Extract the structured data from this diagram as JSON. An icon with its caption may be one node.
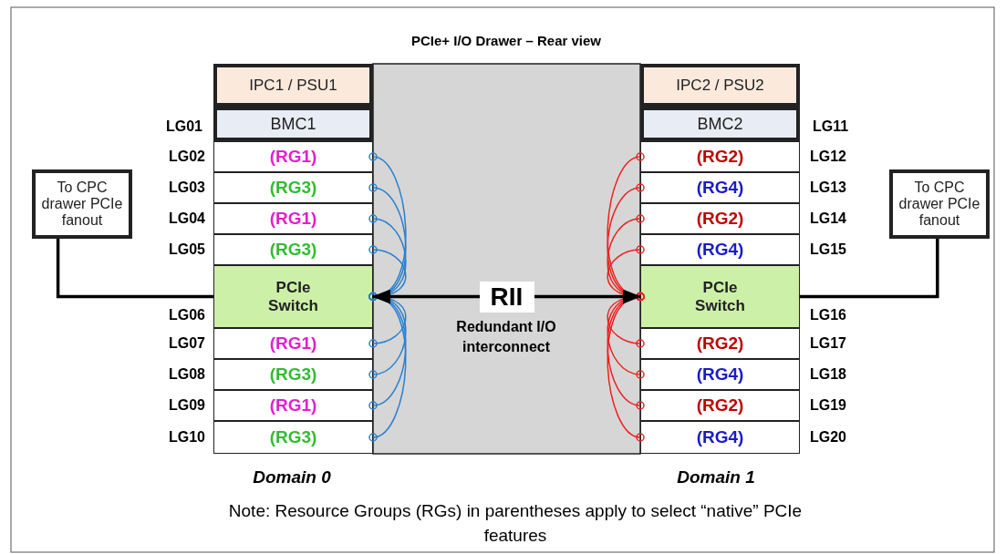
{
  "diagram": {
    "title": "PCIe+ I/O Drawer – Rear view",
    "caption": "Note: Resource Groups (RGs) in parentheses apply to select “native” PCIe features",
    "nodes": [
      {
        "text": [
          "IPC1 / PSU1"
        ]
      },
      {
        "text": [
          "BMC1"
        ],
        "beside": [
          "LG01"
        ]
      },
      {
        "text": [
          "(RG1)"
        ],
        "beside": [
          "LG02"
        ]
      },
      {
        "text": [
          "(RG3)"
        ],
        "beside": [
          "LG03"
        ]
      },
      {
        "text": [
          "(RG1)"
        ],
        "beside": [
          "LG04"
        ]
      },
      {
        "text": [
          "(RG3)"
        ],
        "beside": [
          "LG05"
        ]
      },
      {
        "text": [
          "PCIe Switch"
        ],
        "beside": [
          "LG06"
        ]
      },
      {
        "text": [
          "(RG1)"
        ],
        "beside": [
          "LG07"
        ]
      },
      {
        "text": [
          "(RG3)"
        ],
        "beside": [
          "LG08"
        ]
      },
      {
        "text": [
          "(RG1)"
        ],
        "beside": [
          "LG09"
        ]
      },
      {
        "text": [
          "(RG3)"
        ],
        "beside": [
          "LG10"
        ]
      },
      {
        "text": [
          "IPC2 / PSU2"
        ]
      },
      {
        "text": [
          "BMC2"
        ],
        "beside": [
          "LG11"
        ]
      },
      {
        "text": [
          "(RG2)"
        ],
        "beside": [
          "LG12"
        ]
      },
      {
        "text": [
          "(RG4)"
        ],
        "beside": [
          "LG13"
        ]
      },
      {
        "text": [
          "(RG2)"
        ],
        "beside": [
          "LG14"
        ]
      },
      {
        "text": [
          "(RG4)"
        ],
        "beside": [
          "LG15"
        ]
      },
      {
        "text": [
          "PCIe Switch"
        ],
        "beside": [
          "LG16"
        ]
      },
      {
        "text": [
          "(RG2)"
        ],
        "beside": [
          "LG17"
        ]
      },
      {
        "text": [
          "(RG4)"
        ],
        "beside": [
          "LG18"
        ]
      },
      {
        "text": [
          "(RG2)"
        ],
        "beside": [
          "LG19"
        ]
      },
      {
        "text": [
          "(RG4)"
        ],
        "beside": [
          "LG20"
        ]
      },
      {
        "text": [
          "To CPC drawer PCIe fanout"
        ]
      },
      {
        "text": [
          "To CPC drawer PCIe fanout"
        ]
      }
    ],
    "edges": [
      {
        "from": 6,
        "to": 2,
        "arrow": "other",
        "color": "#2a7fcf"
      },
      {
        "from": 6,
        "to": 3,
        "arrow": "other",
        "color": "#2a7fcf"
      },
      {
        "from": 6,
        "to": 4,
        "arrow": "other",
        "color": "#2a7fcf"
      },
      {
        "from": 6,
        "to": 5,
        "arrow": "other",
        "color": "#2a7fcf"
      },
      {
        "from": 6,
        "to": 7,
        "arrow": "other",
        "color": "#2a7fcf"
      },
      {
        "from": 6,
        "to": 8,
        "arrow": "other",
        "color": "#2a7fcf"
      },
      {
        "from": 6,
        "to": 9,
        "arrow": "other",
        "color": "#2a7fcf"
      },
      {
        "from": 6,
        "to": 10,
        "arrow": "other",
        "color": "#2a7fcf"
      },
      {
        "from": 17,
        "to": 13,
        "arrow": "other",
        "color": "#ee2222"
      },
      {
        "from": 17,
        "to": 14,
        "arrow": "other",
        "color": "#ee2222"
      },
      {
        "from": 17,
        "to": 15,
        "arrow": "other",
        "color": "#ee2222"
      },
      {
        "from": 17,
        "to": 16,
        "arrow": "other",
        "color": "#ee2222"
      },
      {
        "from": 17,
        "to": 18,
        "arrow": "other",
        "color": "#ee2222"
      },
      {
        "from": 17,
        "to": 19,
        "arrow": "other",
        "color": "#ee2222"
      },
      {
        "from": 17,
        "to": 20,
        "arrow": "other",
        "color": "#ee2222"
      },
      {
        "from": 17,
        "to": 21,
        "arrow": "other",
        "color": "#ee2222"
      },
      {
        "from": 6,
        "to": 17,
        "arrow": "both",
        "label": "RII",
        "style": "thick",
        "color": "#000000"
      },
      {
        "from": 22,
        "to": 6,
        "arrow": "none",
        "style": "thick",
        "color": "#000000"
      },
      {
        "from": 23,
        "to": 17,
        "arrow": "none",
        "style": "thick",
        "color": "#000000"
      }
    ],
    "labels": [
      "Redundant I/O interconnect",
      "Domain 0",
      "Domain 1"
    ]
  }
}
